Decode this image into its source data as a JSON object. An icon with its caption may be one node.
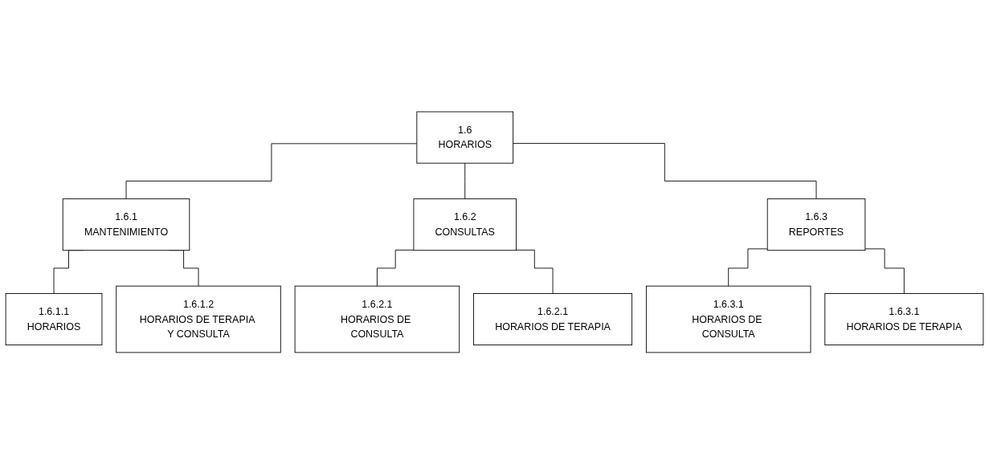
{
  "diagram": {
    "nodes": [
      {
        "text": [
          "1.6",
          "HORARIOS"
        ]
      },
      {
        "text": [
          "1.6.1",
          "MANTENIMIENTO"
        ]
      },
      {
        "text": [
          "1.6.2",
          "CONSULTAS"
        ]
      },
      {
        "text": [
          "1.6.3",
          "REPORTES"
        ]
      },
      {
        "text": [
          "1.6.1.1",
          "HORARIOS"
        ]
      },
      {
        "text": [
          "1.6.1.2",
          "HORARIOS DE TERAPIA Y CONSULTA"
        ]
      },
      {
        "text": [
          "1.6.2.1",
          "HORARIOS DE CONSULTA"
        ]
      },
      {
        "text": [
          "1.6.2.1",
          "HORARIOS DE TERAPIA"
        ]
      },
      {
        "text": [
          "1.6.3.1",
          "HORARIOS DE CONSULTA"
        ]
      },
      {
        "text": [
          "1.6.3.1",
          "HORARIOS DE TERAPIA"
        ]
      }
    ],
    "edges": [
      {
        "from": 0,
        "to": 1,
        "arrow": "none"
      },
      {
        "from": 0,
        "to": 2,
        "arrow": "none"
      },
      {
        "from": 0,
        "to": 3,
        "arrow": "none"
      },
      {
        "from": 1,
        "to": 4,
        "arrow": "none"
      },
      {
        "from": 1,
        "to": 5,
        "arrow": "none"
      },
      {
        "from": 2,
        "to": 6,
        "arrow": "none"
      },
      {
        "from": 2,
        "to": 7,
        "arrow": "none"
      },
      {
        "from": 3,
        "to": 8,
        "arrow": "none"
      },
      {
        "from": 3,
        "to": 9,
        "arrow": "none"
      }
    ]
  }
}
